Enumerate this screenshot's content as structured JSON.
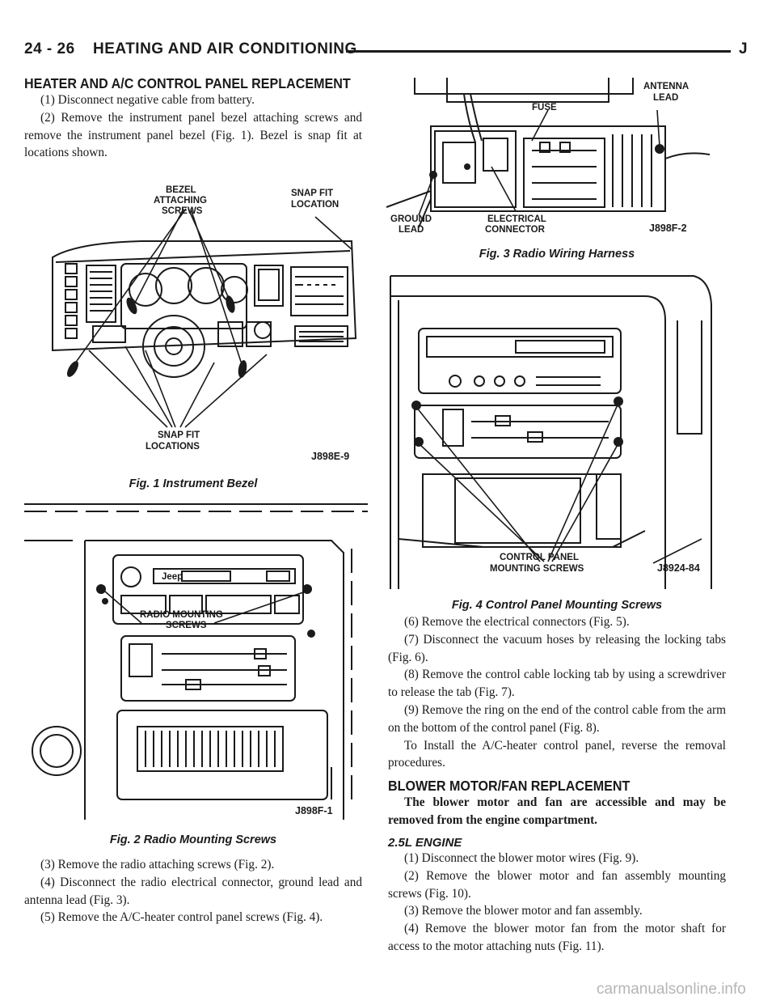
{
  "header": {
    "page_number": "24 - 26",
    "section": "HEATING AND AIR CONDITIONING",
    "letter": "J"
  },
  "section1": {
    "title": "HEATER AND A/C CONTROL PANEL REPLACEMENT",
    "steps": [
      "(1) Disconnect negative cable from battery.",
      "(2) Remove the instrument panel bezel attaching screws and remove the instrument panel bezel (Fig. 1). Bezel is snap fit at locations shown."
    ],
    "steps_continued": [
      "(3) Remove the radio attaching screws (Fig. 2).",
      "(4) Disconnect the radio electrical connector, ground lead and antenna lead (Fig. 3).",
      "(5) Remove the A/C-heater control panel screws (Fig. 4)."
    ],
    "steps_right": [
      "(6) Remove the electrical connectors (Fig. 5).",
      "(7) Disconnect the vacuum hoses by releasing the locking tabs (Fig. 6).",
      "(8) Remove the control cable locking tab by using a screwdriver to release the tab (Fig. 7).",
      "(9) Remove the ring on the end of the control cable from the arm on the bottom of the control panel (Fig. 8).",
      "To Install the A/C-heater control panel, reverse the removal procedures."
    ]
  },
  "figures": {
    "fig1": {
      "caption": "Fig. 1 Instrument Bezel",
      "code": "J898E-9",
      "label_bezel_1": "BEZEL",
      "label_bezel_2": "ATTACHING",
      "label_bezel_3": "SCREWS",
      "label_snapfit_1": "SNAP FIT",
      "label_snapfit_2": "LOCATION",
      "label_snapfits_1": "SNAP FIT",
      "label_snapfits_2": "LOCATIONS"
    },
    "fig2": {
      "caption": "Fig. 2 Radio Mounting Screws",
      "code": "J898F-1",
      "label_1": "RADIO MOUNTING",
      "label_2": "SCREWS",
      "brand": "Jeep"
    },
    "fig3": {
      "caption": "Fig. 3 Radio Wiring Harness",
      "code": "J898F-2",
      "label_fuse": "FUSE",
      "label_antenna_1": "ANTENNA",
      "label_antenna_2": "LEAD",
      "label_ground_1": "GROUND",
      "label_ground_2": "LEAD",
      "label_elec_1": "ELECTRICAL",
      "label_elec_2": "CONNECTOR"
    },
    "fig4": {
      "caption": "Fig. 4 Control Panel Mounting Screws",
      "code": "J8924-84",
      "label_1": "CONTROL PANEL",
      "label_2": "MOUNTING SCREWS"
    }
  },
  "section2": {
    "title": "BLOWER MOTOR/FAN REPLACEMENT",
    "intro": "The blower motor and fan are accessible and may be removed from the engine compartment.",
    "subsection_title": "2.5L ENGINE",
    "steps": [
      "(1) Disconnect the blower motor wires (Fig. 9).",
      "(2) Remove the blower motor and fan assembly mounting screws (Fig. 10).",
      "(3) Remove the blower motor and fan assembly.",
      "(4) Remove the blower motor fan from the motor shaft for access to the motor attaching nuts (Fig. 11)."
    ]
  },
  "watermark": "carmanualsonline.info"
}
